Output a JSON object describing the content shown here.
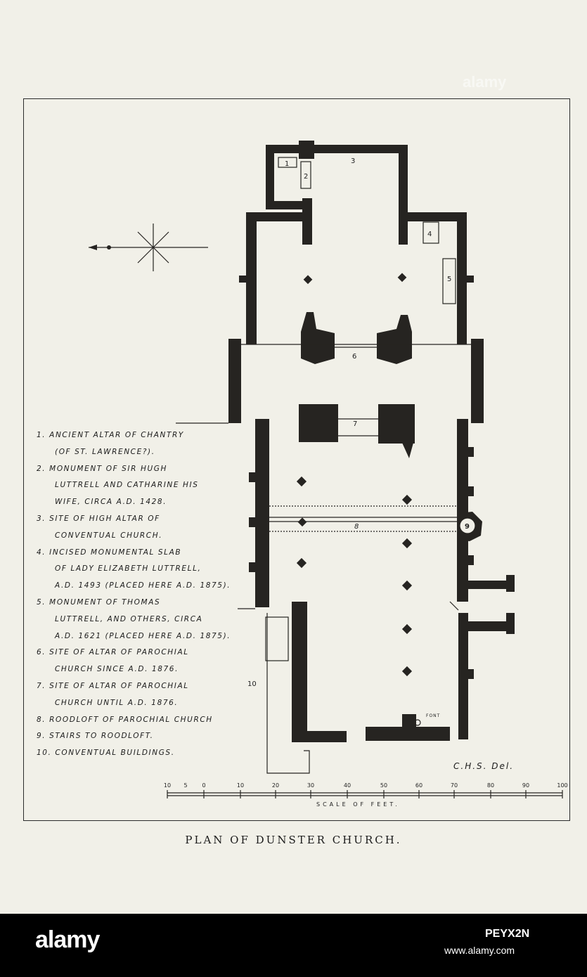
{
  "legend": [
    "1. Ancient altar of Chantry",
    "(of St. Lawrence?).",
    "2. Monument of Sir Hugh",
    "Luttrell and Catharine his",
    "wife, circa A.D. 1428.",
    "3. Site of High Altar of",
    "Conventual Church.",
    "4. Incised monumental slab",
    "of Lady Elizabeth Luttrell,",
    "A.D. 1493 (placed here A.D. 1875).",
    "5. Monument of Thomas",
    "Luttrell, and others, circa",
    "A.D. 1621 (placed here A.D. 1875).",
    "6. Site of Altar of parochial",
    "church since A.D. 1876.",
    "7. Site of Altar of parochial",
    "church until A.D. 1876.",
    "8. Roodloft of parochial Church",
    "9. Stairs to Roodloft.",
    "10. Conventual buildings."
  ],
  "plan_numbers": [
    "1",
    "2",
    "3",
    "4",
    "5",
    "6",
    "7",
    "8",
    "9",
    "10"
  ],
  "font_label": "FONT",
  "scale": {
    "ticks": [
      "10",
      "5",
      "0",
      "10",
      "20",
      "30",
      "40",
      "50",
      "60",
      "70",
      "80",
      "90",
      "100"
    ],
    "caption": "Scale of Feet."
  },
  "draughtsman": "C.H.S. Del.",
  "caption": "Plan of Dunster Church.",
  "watermark": "alamy",
  "stock": {
    "logo": "alamy",
    "id": "PEYX2N",
    "url": "www.alamy.com"
  },
  "colors": {
    "paper": "#f1f0e8",
    "ink": "#262421"
  }
}
